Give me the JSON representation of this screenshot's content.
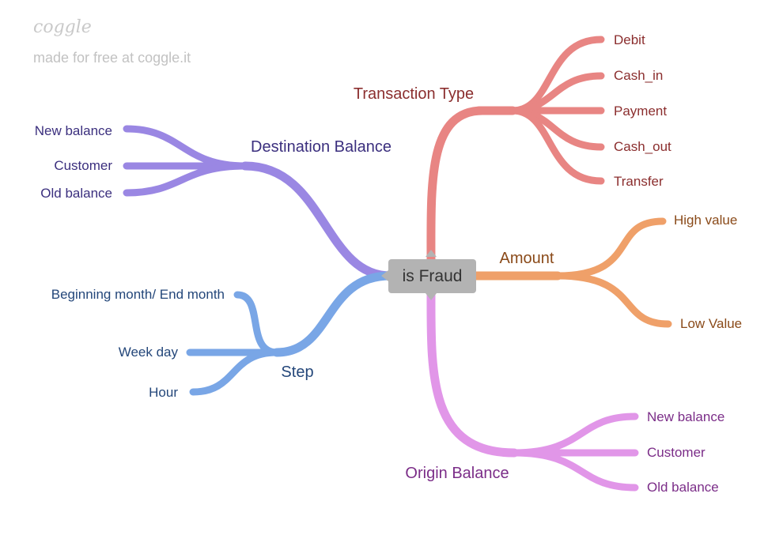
{
  "watermark": {
    "logo": "coggle",
    "tagline": "made for free at coggle.it"
  },
  "root": {
    "label": "is Fraud"
  },
  "branches": {
    "transaction_type": {
      "label": "Transaction Type",
      "color": "#e88583",
      "text_color": "#8b2e2e",
      "children": [
        "Debit",
        "Cash_in",
        "Payment",
        "Cash_out",
        "Transfer"
      ]
    },
    "amount": {
      "label": "Amount",
      "color": "#efa069",
      "text_color": "#8a4a19",
      "children": [
        "High value",
        "Low Value"
      ]
    },
    "origin_balance": {
      "label": "Origin Balance",
      "color": "#e196e8",
      "text_color": "#7b2d88",
      "children": [
        "New balance",
        "Customer",
        "Old balance"
      ]
    },
    "destination_balance": {
      "label": "Destination Balance",
      "color": "#9a87e3",
      "text_color": "#3b2f7e",
      "children": [
        "New balance",
        "Customer",
        "Old balance"
      ]
    },
    "step": {
      "label": "Step",
      "color": "#79a6e6",
      "text_color": "#24477a",
      "children": [
        "Beginning month/ End month",
        "Week day",
        "Hour"
      ]
    }
  }
}
